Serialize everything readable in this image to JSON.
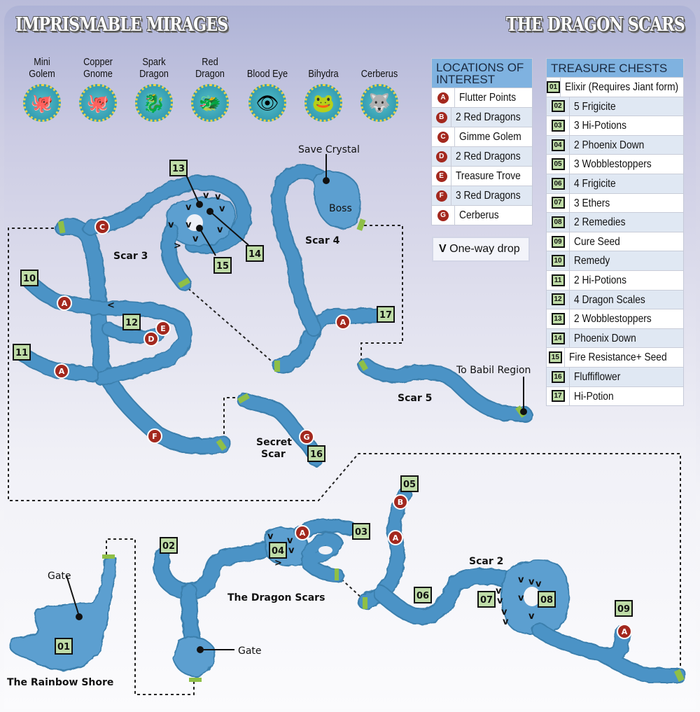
{
  "header": {
    "left_title": "IMPRISMABLE MIRAGES",
    "right_title": "THE DRAGON SCARS"
  },
  "monsters": [
    {
      "name": "Mini Golem",
      "line1": "Mini",
      "line2": "Golem",
      "icon": "golem-icon"
    },
    {
      "name": "Copper Gnome",
      "line1": "Copper",
      "line2": "Gnome",
      "icon": "gnome-icon"
    },
    {
      "name": "Spark Dragon",
      "line1": "Spark",
      "line2": "Dragon",
      "icon": "dragon-icon"
    },
    {
      "name": "Red Dragon",
      "line1": "Red",
      "line2": "Dragon",
      "icon": "dragon-icon"
    },
    {
      "name": "Blood Eye",
      "line1": "",
      "line2": "Blood Eye",
      "icon": "eye-icon"
    },
    {
      "name": "Bihydra",
      "line1": "",
      "line2": "Bihydra",
      "icon": "hydra-icon"
    },
    {
      "name": "Cerberus",
      "line1": "",
      "line2": "Cerberus",
      "icon": "cerberus-icon"
    }
  ],
  "locations": {
    "title": "LOCATIONS OF INTEREST",
    "title_line1": "LOCATIONS OF",
    "title_line2": "INTEREST",
    "items": [
      {
        "key": "A",
        "label": "Flutter Points"
      },
      {
        "key": "B",
        "label": "2 Red Dragons"
      },
      {
        "key": "C",
        "label": "Gimme Golem"
      },
      {
        "key": "D",
        "label": "2 Red Dragons"
      },
      {
        "key": "E",
        "label": "Treasure Trove"
      },
      {
        "key": "F",
        "label": "3 Red Dragons"
      },
      {
        "key": "G",
        "label": "Cerberus"
      }
    ]
  },
  "legend": {
    "symbol": "V",
    "label": "One-way drop"
  },
  "treasure": {
    "title": "TREASURE CHESTS",
    "items": [
      {
        "id": "01",
        "label": "Elixir (Requires Jiant form)"
      },
      {
        "id": "02",
        "label": "5 Frigicite"
      },
      {
        "id": "03",
        "label": "3 Hi-Potions"
      },
      {
        "id": "04",
        "label": "2 Phoenix Down"
      },
      {
        "id": "05",
        "label": "3 Wobblestoppers"
      },
      {
        "id": "06",
        "label": "4 Frigicite"
      },
      {
        "id": "07",
        "label": "3 Ethers"
      },
      {
        "id": "08",
        "label": "2 Remedies"
      },
      {
        "id": "09",
        "label": "Cure Seed"
      },
      {
        "id": "10",
        "label": "Remedy"
      },
      {
        "id": "11",
        "label": "2 Hi-Potions"
      },
      {
        "id": "12",
        "label": "4 Dragon Scales"
      },
      {
        "id": "13",
        "label": "2 Wobblestoppers"
      },
      {
        "id": "14",
        "label": "Phoenix Down"
      },
      {
        "id": "15",
        "label": "Fire Resistance+ Seed"
      },
      {
        "id": "16",
        "label": "Fluffiflower"
      },
      {
        "id": "17",
        "label": "Hi-Potion"
      }
    ]
  },
  "map": {
    "areas": {
      "scar3": "Scar 3",
      "scar4": "Scar 4",
      "scar5": "Scar 5",
      "secret_l1": "Secret",
      "secret_l2": "Scar",
      "scar2": "Scar 2",
      "dragon_scars": "The Dragon Scars",
      "rainbow_shore": "The Rainbow Shore"
    },
    "callouts": {
      "save_crystal": "Save Crystal",
      "boss": "Boss",
      "to_babil": "To Babil Region",
      "gate_shore": "Gate",
      "gate_scars": "Gate"
    },
    "chests": [
      "01",
      "02",
      "03",
      "04",
      "05",
      "06",
      "07",
      "08",
      "09",
      "10",
      "11",
      "12",
      "13",
      "14",
      "15",
      "16",
      "17"
    ],
    "markers": [
      "A",
      "B",
      "C",
      "D",
      "E",
      "F",
      "G"
    ],
    "colors": {
      "cave": "#4b93c6",
      "exit": "#8fbf46",
      "marker": "#a3281e",
      "chest": "#bfdca7",
      "header": "#7fb2e0"
    }
  }
}
